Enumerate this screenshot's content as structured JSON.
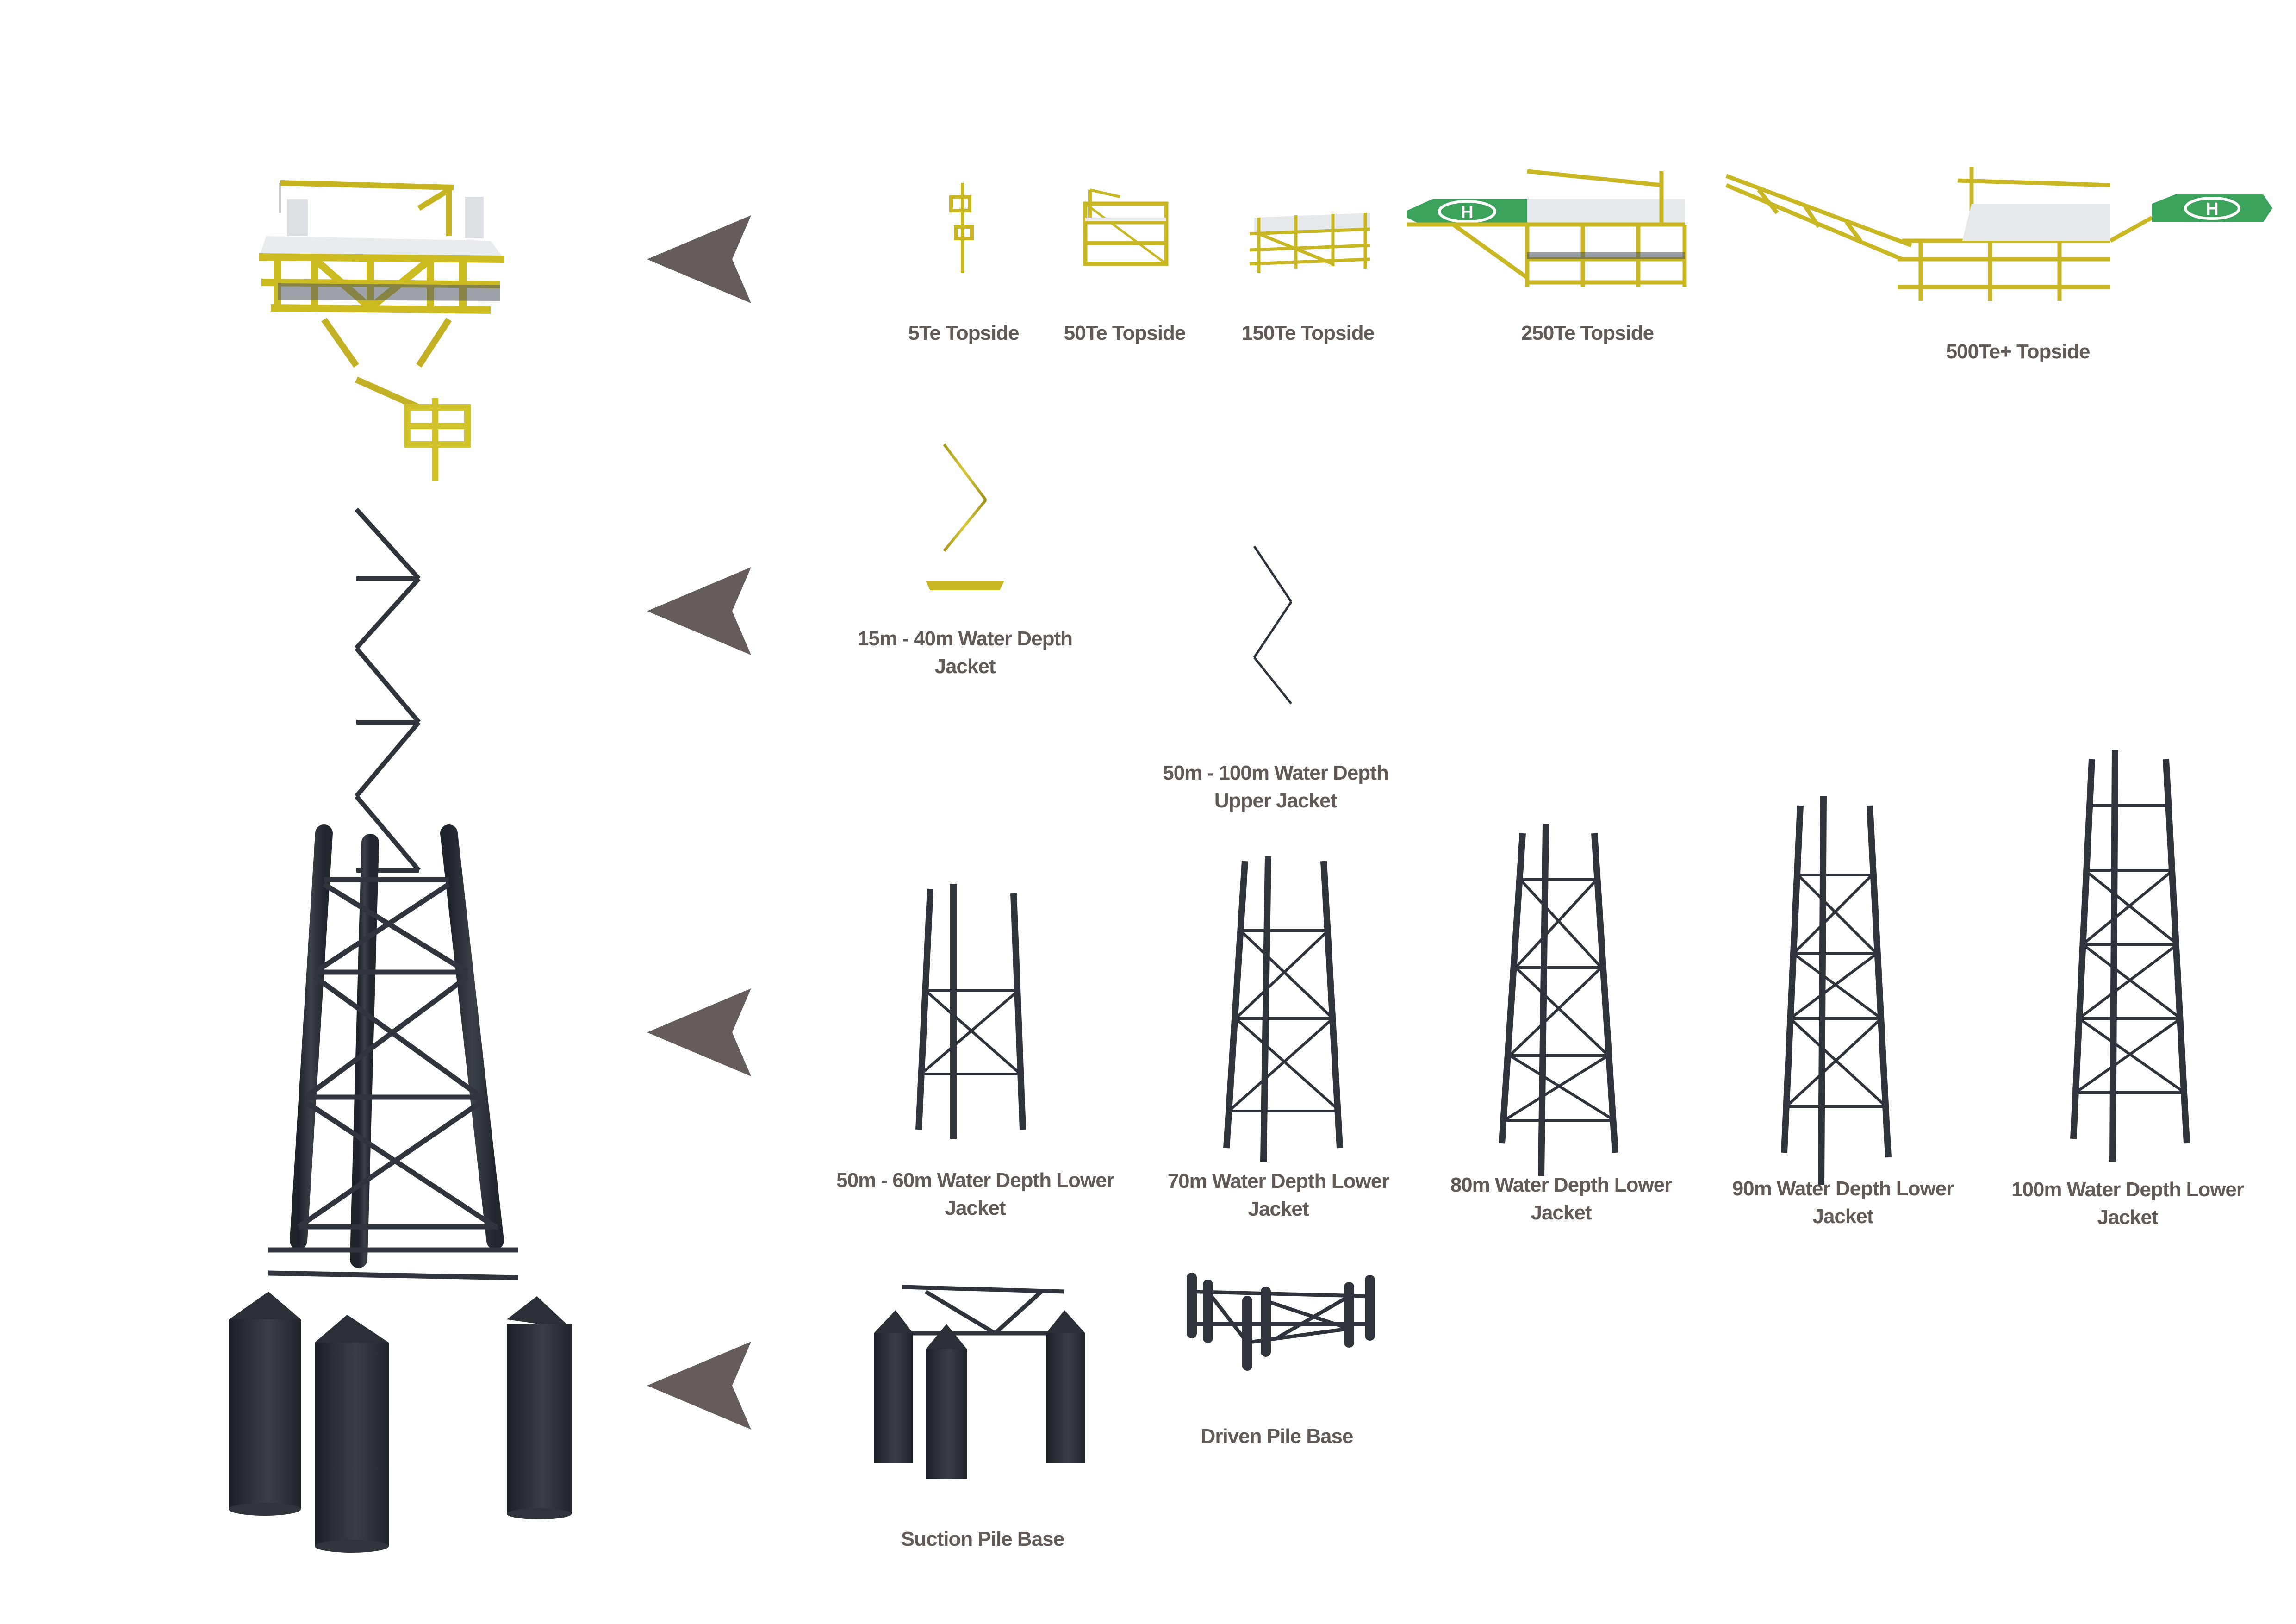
{
  "colors": {
    "label_text": "#625a56",
    "arrow": "#655d5b",
    "steel_yellow": "#c9b92a",
    "steel_dark": "#2f333b",
    "deck_white": "#e8ebef",
    "helideck_green": "#3aa25a",
    "background": "#ffffff"
  },
  "main_figure": {
    "name": "Complete platform assembly (topside + upper jacket + lower jacket + suction pile base)"
  },
  "arrows": [
    {
      "row": "topsides",
      "icon": "arrow-left-icon"
    },
    {
      "row": "upper-jackets",
      "icon": "arrow-left-icon"
    },
    {
      "row": "lower-jackets",
      "icon": "arrow-left-icon"
    },
    {
      "row": "bases",
      "icon": "arrow-left-icon"
    }
  ],
  "topsides": [
    {
      "label": "5Te Topside"
    },
    {
      "label": "50Te Topside"
    },
    {
      "label": "150Te Topside"
    },
    {
      "label": "250Te Topside"
    },
    {
      "label": "500Te+ Topside"
    }
  ],
  "upper_jackets": [
    {
      "line1": "15m - 40m Water Depth",
      "line2": "Jacket"
    },
    {
      "line1": "50m - 100m Water Depth",
      "line2": "Upper Jacket"
    }
  ],
  "lower_jackets": [
    {
      "line1": "50m - 60m Water Depth Lower",
      "line2": "Jacket"
    },
    {
      "line1": "70m Water Depth Lower",
      "line2": "Jacket"
    },
    {
      "line1": "80m Water Depth Lower",
      "line2": "Jacket"
    },
    {
      "line1": "90m Water Depth Lower",
      "line2": "Jacket"
    },
    {
      "line1": "100m Water Depth Lower",
      "line2": "Jacket"
    }
  ],
  "bases": [
    {
      "label": "Suction Pile Base"
    },
    {
      "label": "Driven Pile Base"
    }
  ],
  "helideck_marker": "H"
}
